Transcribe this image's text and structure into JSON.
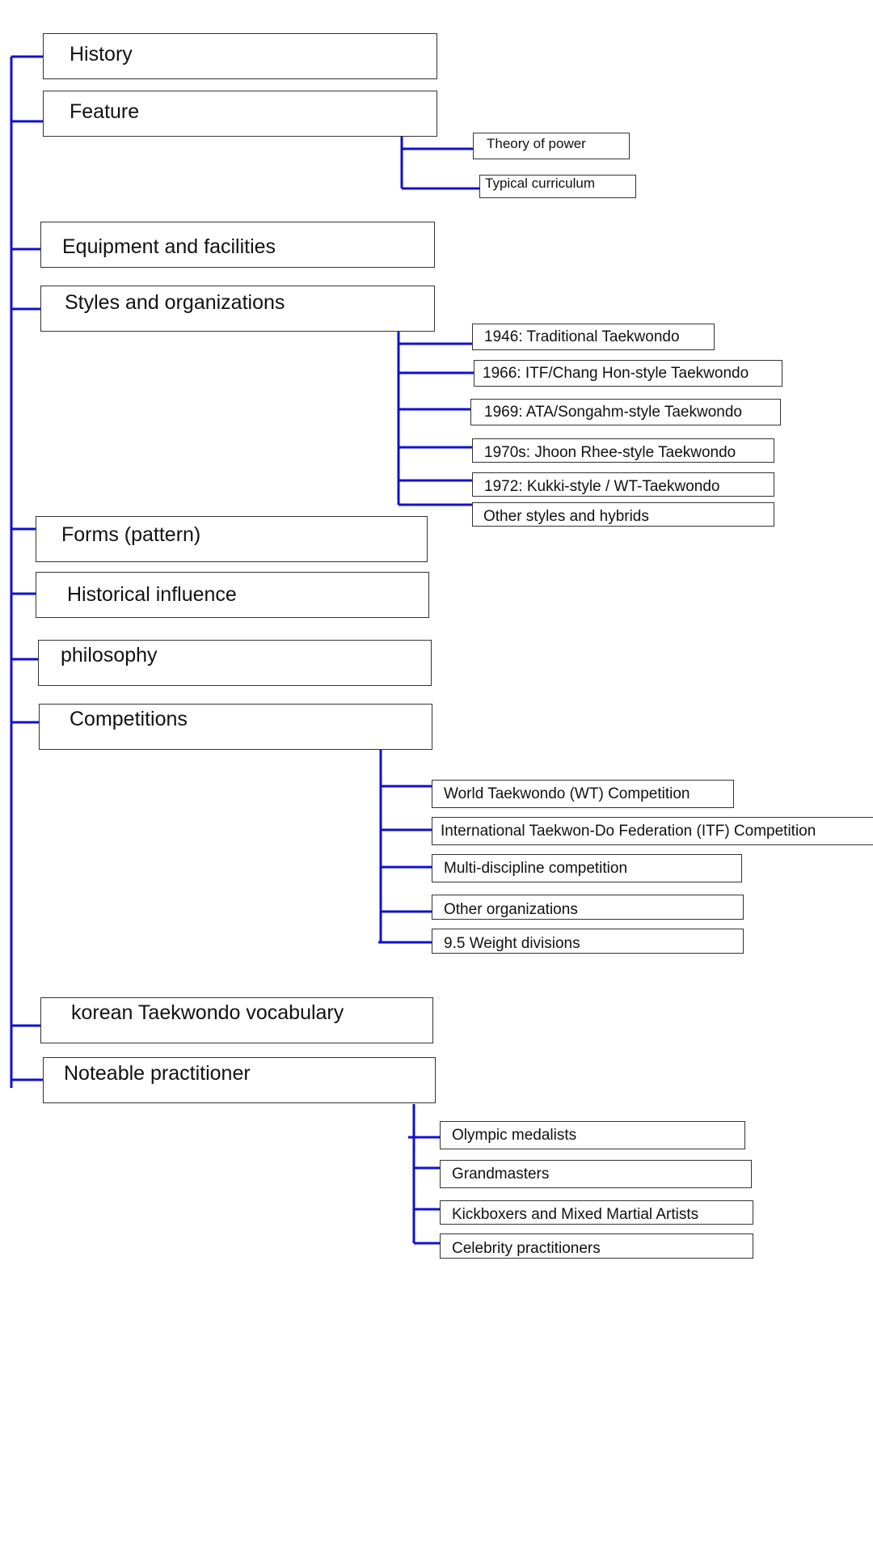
{
  "topics": {
    "history": "History",
    "feature": "Feature",
    "equipment": "Equipment and facilities",
    "styles": "Styles and organizations",
    "forms": "Forms (pattern)",
    "historical_influence": "Historical influence",
    "philosophy": "philosophy",
    "competitions": "Competitions",
    "vocabulary": "korean Taekwondo vocabulary",
    "practitioners": "Noteable practitioner"
  },
  "feature_children": [
    "Theory of power",
    "Typical curriculum"
  ],
  "styles_children": [
    "1946: Traditional Taekwondo",
    "1966: ITF/Chang Hon-style Taekwondo",
    "1969: ATA/Songahm-style Taekwondo",
    "1970s: Jhoon Rhee-style Taekwondo",
    "1972: Kukki-style / WT-Taekwondo",
    "Other styles and hybrids"
  ],
  "competitions_children": [
    "World Taekwondo (WT) Competition",
    "International Taekwon-Do Federation (ITF) Competition",
    "Multi-discipline competition",
    "Other organizations",
    "9.5 Weight divisions"
  ],
  "practitioners_children": [
    "Olympic medalists",
    "Grandmasters",
    "Kickboxers and Mixed Martial Artists",
    "Celebrity practitioners"
  ],
  "colors": {
    "connector": "#1010d0",
    "box_border": "#333333"
  }
}
